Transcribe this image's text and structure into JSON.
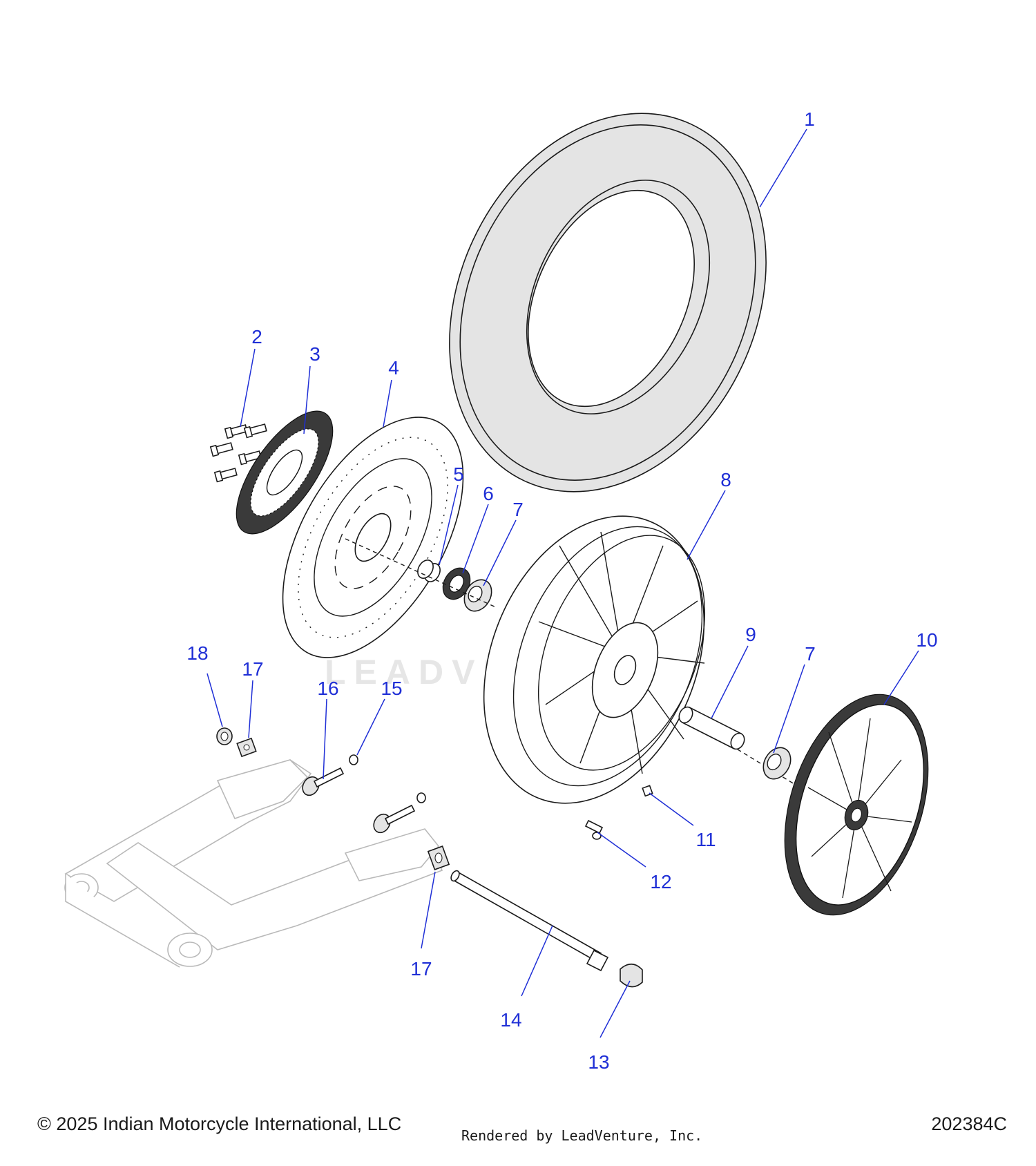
{
  "diagram": {
    "callouts": [
      "1",
      "2",
      "3",
      "4",
      "5",
      "6",
      "7",
      "8",
      "9",
      "7",
      "10",
      "11",
      "12",
      "13",
      "14",
      "15",
      "16",
      "17",
      "18",
      "17"
    ],
    "watermark": "LEADVENTURE"
  },
  "footer": {
    "copyright": "© 2025 Indian Motorcycle International, LLC",
    "rendered_by": "Rendered by LeadVenture, Inc.",
    "document_id": "202384C"
  },
  "colors": {
    "callout": "#1f2fd6",
    "line": "#1a1a1a",
    "ghost": "#b9b9b9"
  }
}
